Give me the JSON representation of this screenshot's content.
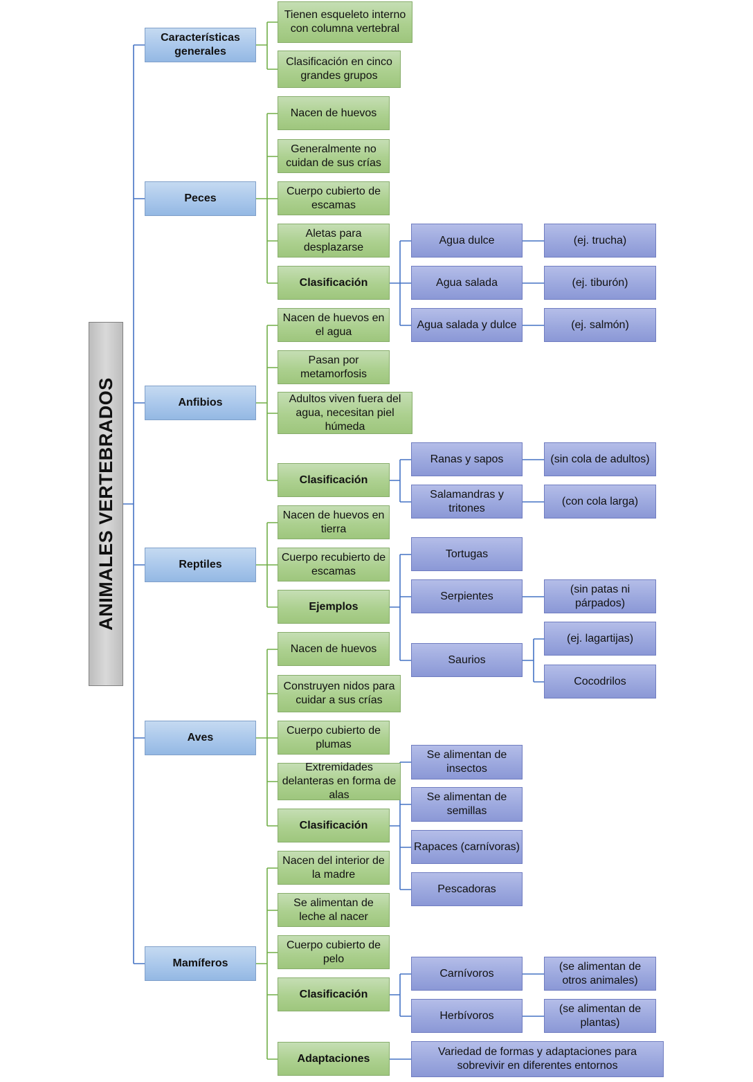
{
  "title": "ANIMALES VERTEBRADOS",
  "colors": {
    "root_fill": "#d0d0d0",
    "category_fill": "#a9c7eb",
    "detail_fill": "#acd08f",
    "subclass_fill": "#9ca8de",
    "blue_line": "#4472c4",
    "green_line": "#70ad47"
  },
  "categories": [
    {
      "label": "Características generales",
      "items": [
        {
          "label": "Tienen esqueleto interno con columna vertebral"
        },
        {
          "label": "Clasificación en cinco grandes grupos"
        }
      ]
    },
    {
      "label": "Peces",
      "items": [
        {
          "label": "Nacen de huevos"
        },
        {
          "label": "Generalmente no cuidan de sus crías"
        },
        {
          "label": "Cuerpo cubierto de escamas"
        },
        {
          "label": "Aletas para desplazarse"
        },
        {
          "label": "Clasificación",
          "children": [
            {
              "label": "Agua dulce",
              "children": [
                {
                  "label": "(ej. trucha)"
                }
              ]
            },
            {
              "label": "Agua salada",
              "children": [
                {
                  "label": "(ej. tiburón)"
                }
              ]
            },
            {
              "label": "Agua salada y dulce",
              "children": [
                {
                  "label": "(ej. salmón)"
                }
              ]
            }
          ]
        }
      ]
    },
    {
      "label": "Anfibios",
      "items": [
        {
          "label": "Nacen de huevos en el agua"
        },
        {
          "label": "Pasan por metamorfosis"
        },
        {
          "label": "Adultos viven fuera del agua, necesitan piel húmeda"
        },
        {
          "label": "Clasificación",
          "children": [
            {
              "label": "Ranas y sapos",
              "children": [
                {
                  "label": "(sin cola de adultos)"
                }
              ]
            },
            {
              "label": "Salamandras y tritones",
              "children": [
                {
                  "label": "(con cola larga)"
                }
              ]
            }
          ]
        }
      ]
    },
    {
      "label": "Reptiles",
      "items": [
        {
          "label": "Nacen de huevos en tierra"
        },
        {
          "label": "Cuerpo recubierto de escamas"
        },
        {
          "label": "Ejemplos",
          "children": [
            {
              "label": "Tortugas"
            },
            {
              "label": "Serpientes",
              "children": [
                {
                  "label": "(sin patas ni párpados)"
                }
              ]
            },
            {
              "label": "Saurios",
              "children": [
                {
                  "label": "(ej. lagartijas)"
                },
                {
                  "label": "Cocodrilos"
                }
              ]
            }
          ]
        }
      ]
    },
    {
      "label": "Aves",
      "items": [
        {
          "label": "Nacen de huevos"
        },
        {
          "label": "Construyen nidos para cuidar a sus crías"
        },
        {
          "label": "Cuerpo cubierto de plumas"
        },
        {
          "label": "Extremidades delanteras en forma de alas"
        },
        {
          "label": "Clasificación",
          "children": [
            {
              "label": "Se alimentan de insectos"
            },
            {
              "label": "Se alimentan de semillas"
            },
            {
              "label": "Rapaces (carnívoras)"
            },
            {
              "label": "Pescadoras"
            }
          ]
        }
      ]
    },
    {
      "label": "Mamíferos",
      "items": [
        {
          "label": "Nacen del interior de la madre"
        },
        {
          "label": "Se alimentan de leche al nacer"
        },
        {
          "label": "Cuerpo cubierto de pelo"
        },
        {
          "label": "Clasificación",
          "children": [
            {
              "label": "Carnívoros",
              "children": [
                {
                  "label": "(se alimentan de otros animales)"
                }
              ]
            },
            {
              "label": "Herbívoros",
              "children": [
                {
                  "label": "(se alimentan de plantas)"
                }
              ]
            }
          ]
        },
        {
          "label": "Adaptaciones",
          "children": [
            {
              "label": "Variedad de formas y adaptaciones para sobrevivir en diferentes entornos"
            }
          ]
        }
      ]
    }
  ]
}
